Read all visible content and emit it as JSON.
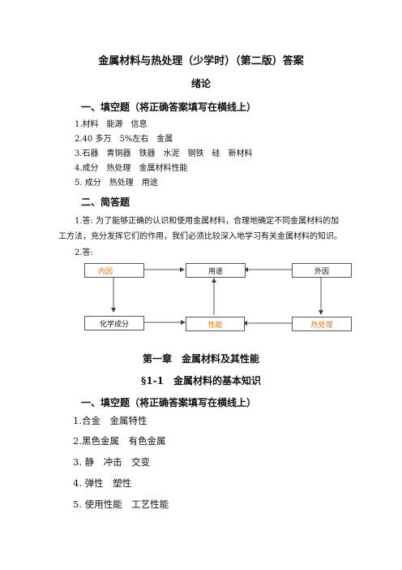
{
  "title": "金属材料与热处理（少学时）（第二版）答案",
  "intro_heading": "绪论",
  "section1": {
    "heading": "一、填空题（将正确答案填写在横线上）",
    "items": [
      "1.材料　能源　信息",
      "2.40 多万　5%左右　金属",
      "3.石器　青铜器　铁器　水泥　钢铁　硅　新材料",
      "4.成分　热处理　金属材料性能",
      "5. 成分　热处理　用途"
    ]
  },
  "section2": {
    "heading": "二、简答题",
    "answer1_line1": "1.答: 为了能够正确的认识和使用金属材料，合理地确定不同金属材料的加",
    "answer1_line2": "工方法，充分发挥它们的作用，我们必须比较深入地学习有关金属材料的知识。",
    "answer2_label": "2.答:",
    "diagram": {
      "internal": "内因",
      "use": "用途",
      "external": "外因",
      "composition": "化学成分",
      "performance": "性能",
      "heat_treatment": "热处理",
      "orange_color": "#e07a1a"
    }
  },
  "chapter": {
    "title": "第一章　金属材料及其性能",
    "section_title": "§1-1　金属材料的基本知识",
    "fill_heading": "一、填空题（将正确答案填写在横线上）",
    "items": [
      "1.合金　金属特性",
      "2.黑色金属　有色金属",
      "3. 静　冲击　交变",
      "4. 弹性　塑性",
      "5. 使用性能　工艺性能"
    ]
  }
}
